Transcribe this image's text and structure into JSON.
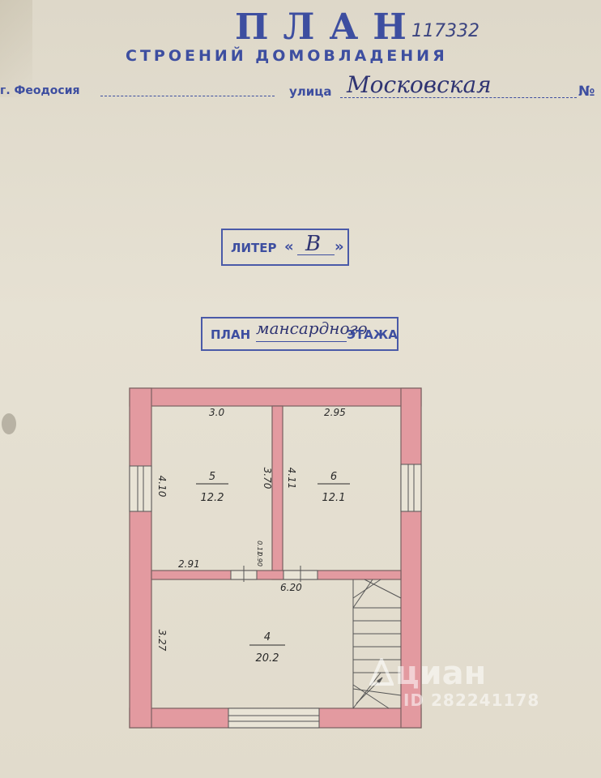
{
  "header": {
    "title": "ПЛАН",
    "number": "117332",
    "subtitle": "СТРОЕНИЙ ДОМОВЛАДЕНИЯ",
    "city_label": "г. Феодосия",
    "street_label": "улица",
    "street_value": "Московская",
    "number_label": "№"
  },
  "liter": {
    "label": "ЛИТЕР",
    "open_quote": "«",
    "value": "В",
    "close_quote": "»"
  },
  "floor": {
    "label": "ПЛАН",
    "value": "мансардного",
    "suffix": "ЭТАЖА"
  },
  "plan": {
    "rooms": [
      {
        "id": "5",
        "area": "12.2"
      },
      {
        "id": "6",
        "area": "12.1"
      },
      {
        "id": "4",
        "area": "20.2"
      }
    ],
    "dimensions": {
      "room5_width": "3.0",
      "room6_width": "2.95",
      "room5_height": "4.10",
      "partition_left": "3.70",
      "partition_right": "4.11",
      "bottom_left": "2.91",
      "small_a": "0.11",
      "small_b": "0.90",
      "overall_width": "6.20",
      "room4_height": "3.27"
    },
    "colors": {
      "wall": "#e39aa0",
      "wall_stroke": "#7a6060"
    }
  },
  "watermark": {
    "brand": "циан",
    "id": "ID 282241178"
  }
}
